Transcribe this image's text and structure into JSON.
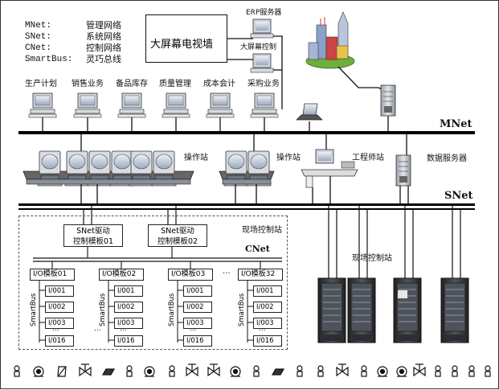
{
  "legend": [
    {
      "key": "MNet:",
      "value": "管理网络"
    },
    {
      "key": "SNet:",
      "value": "系统网络"
    },
    {
      "key": "CNet:",
      "value": "控制网络"
    },
    {
      "key": "SmartBus:",
      "value": "灵巧总线"
    }
  ],
  "video_wall": "大屏幕电视墙",
  "erp_server": "ERP服务器",
  "screen_control": "大屏幕控制",
  "departments": [
    "生产计划",
    "销售业务",
    "备品库存",
    "质量管理",
    "成本会计",
    "采购业务"
  ],
  "networks": {
    "mnet": "MNet",
    "snet": "SNet",
    "cnet": "CNet"
  },
  "stations": {
    "operator_1": "操作站",
    "operator_2": "操作站",
    "engineer": "工程师站",
    "data_server": "数据服务器",
    "field_control_dashed": "现场控制站",
    "field_control_right": "现场控制站"
  },
  "controllers": [
    {
      "line1": "SNet驱动",
      "line2": "控制模板01"
    },
    {
      "line1": "SNet驱动",
      "line2": "控制模板02"
    }
  ],
  "io_modules": [
    {
      "title": "I/O模板01",
      "channels": [
        "I/001",
        "I/002",
        "I/003",
        "I/016"
      ]
    },
    {
      "title": "I/O模板02",
      "channels": [
        "I/001",
        "I/002",
        "I/003",
        "I/016"
      ]
    },
    {
      "title": "I/O模板03",
      "channels": [
        "I/001",
        "I/002",
        "I/003",
        "I/016"
      ]
    },
    {
      "title": "I/O模板32",
      "channels": [
        "I/001",
        "I/002",
        "I/003",
        "I/016"
      ]
    }
  ],
  "smartbus_label": "SmartBus",
  "ellipsis": "...",
  "colors": {
    "line": "#111111",
    "network": "#000000",
    "terminal": "#5b6a8a",
    "cabinet": "#3a3a3a",
    "server": "#b8bcc4"
  }
}
